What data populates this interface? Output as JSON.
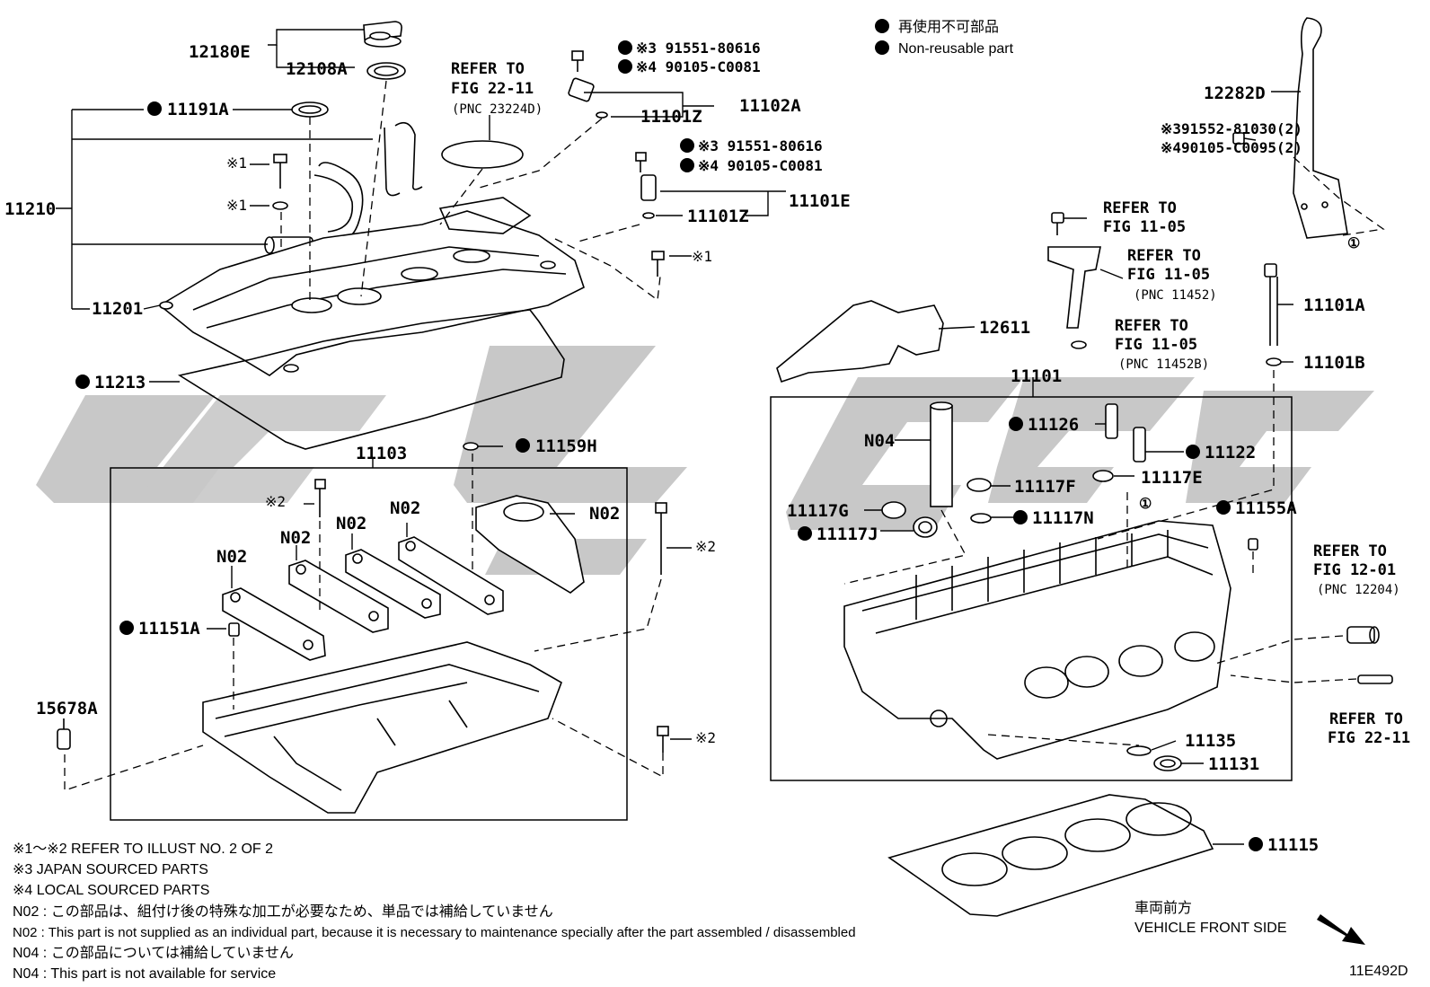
{
  "legend": {
    "jp": "再使用不可部品",
    "en": "Non-reusable part"
  },
  "illustration_id": "11E492D",
  "front_side": {
    "jp": "車両前方",
    "en": "VEHICLE FRONT SIDE"
  },
  "notes": [
    "※1～※2  REFER TO ILLUST NO. 2 OF 2",
    "※3 JAPAN SOURCED PARTS",
    "※4 LOCAL SOURCED PARTS",
    "N02 : この部品は、組付け後の特殊な加工が必要なため、単品では補給していません",
    "N02 : This part is not supplied as an individual part, because it is necessary to maintenance specially after the part assembled / disassembled",
    "N04 : この部品については補給していません",
    "N04 : This part is not available for service"
  ],
  "labels": {
    "p12180E": "12180E",
    "p12108A": "12108A",
    "p11191A": "11191A",
    "p11210": "11210",
    "p11201": "11201",
    "p11213": "11213",
    "p11103": "11103",
    "p11159H": "11159H",
    "p11151A": "11151A",
    "p15678A": "15678A",
    "n02a": "N02",
    "n02b": "N02",
    "n02c": "N02",
    "n02d": "N02",
    "n02e": "N02",
    "x1a": "※1",
    "x1b": "※1",
    "x1c": "※1",
    "x2a": "※2",
    "x2b": "※2",
    "x2c": "※2",
    "refer_22_11_a": "REFER TO",
    "refer_22_11_b": "FIG 22-11",
    "refer_22_11_c": "(PNC 23224D)",
    "s3_a": "※3 91551-80616",
    "s4_a": "※4 90105-C0081",
    "p11101Z_a": "11101Z",
    "p11102A": "11102A",
    "s3_b": "※3 91551-80616",
    "s4_b": "※4 90105-C0081",
    "p11101Z_b": "11101Z",
    "p11101E": "11101E",
    "p12282D": "12282D",
    "s3_c": "※391552-81030(2)",
    "s4_c": "※490105-C0095(2)",
    "ref1105_a1": "REFER TO",
    "ref1105_a2": "FIG 11-05",
    "ref1105_b1": "REFER TO",
    "ref1105_b2": "FIG 11-05",
    "ref1105_b3": "(PNC 11452)",
    "ref1105_c1": "REFER TO",
    "ref1105_c2": "FIG 11-05",
    "ref1105_c3": "(PNC 11452B)",
    "p12611": "12611",
    "p11101A": "11101A",
    "p11101B": "11101B",
    "p11101": "11101",
    "n04": "N04",
    "p11126": "11126",
    "p11122": "11122",
    "p11117F": "11117F",
    "p11117E": "11117E",
    "p11117G": "11117G",
    "p11117N": "11117N",
    "p11117J": "11117J",
    "p11155A": "11155A",
    "ref1201_1": "REFER TO",
    "ref1201_2": "FIG 12-01",
    "ref1201_3": "(PNC 12204)",
    "ref2211_1": "REFER TO",
    "ref2211_2": "FIG 22-11",
    "p11135": "11135",
    "p11131": "11131",
    "p11115": "11115",
    "circ1a": "①",
    "circ1b": "①"
  }
}
